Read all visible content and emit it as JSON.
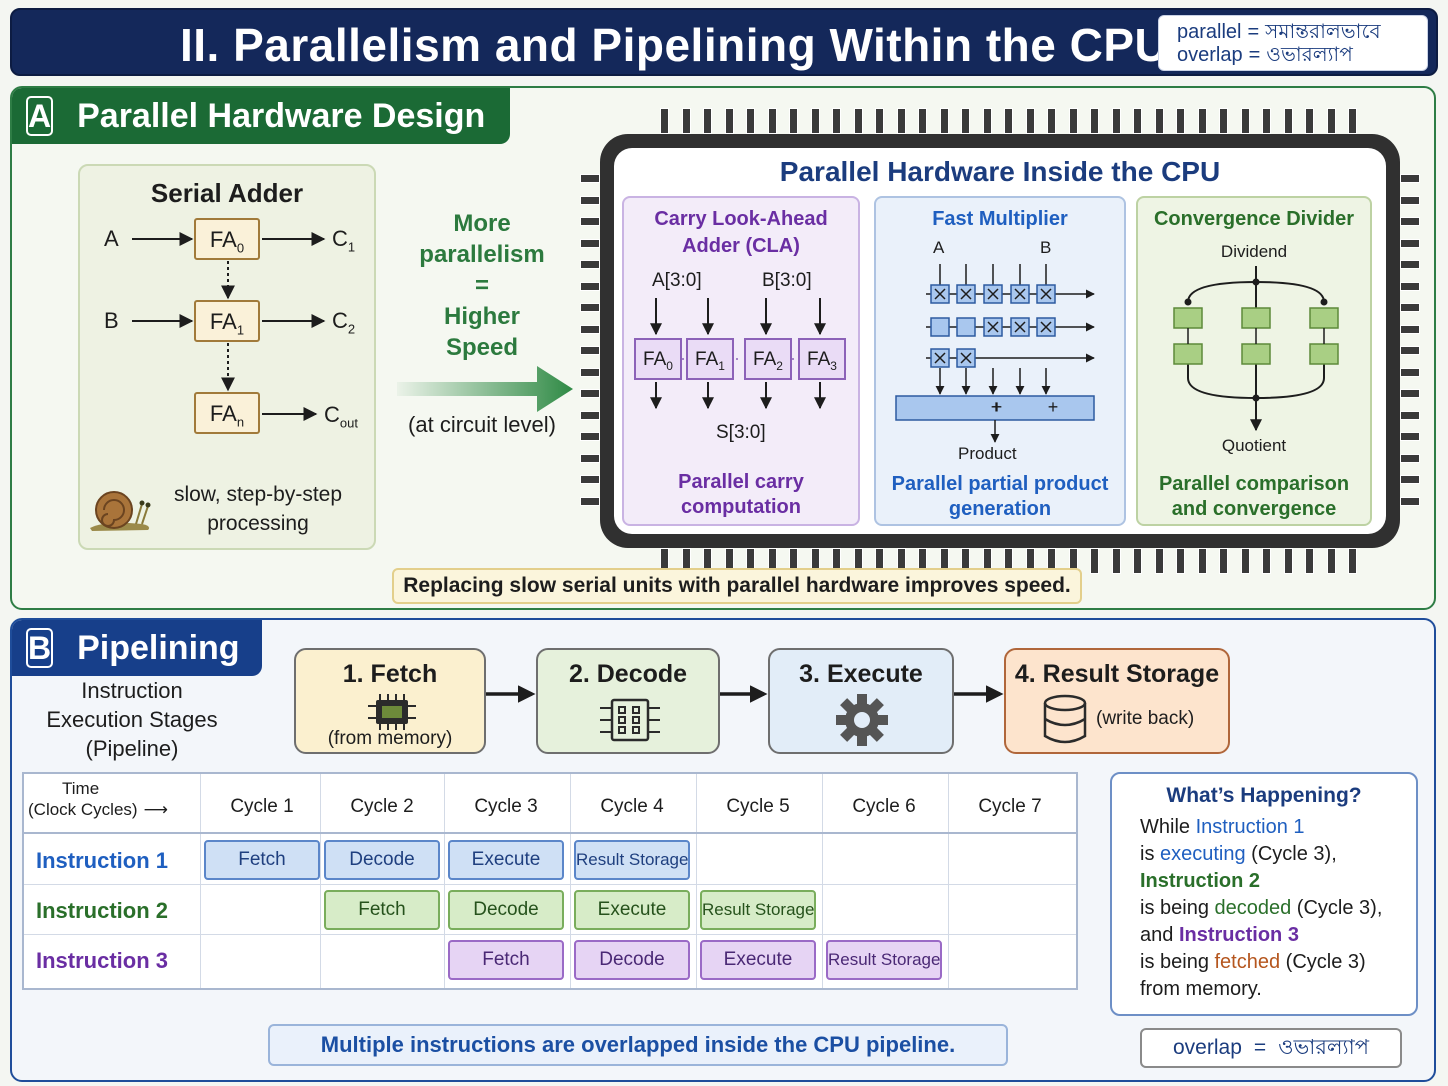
{
  "header": {
    "title": "II. Parallelism and Pipelining Within the CPU",
    "glossary": [
      {
        "term": "parallel",
        "translation": "সমান্তরালভাবে"
      },
      {
        "term": "overlap",
        "translation": "ওভারল্যাপ"
      }
    ],
    "equals": "="
  },
  "section_a": {
    "letter": "A",
    "title": "Parallel Hardware Design",
    "serial": {
      "title": "Serial Adder",
      "in_a": "A",
      "in_b": "B",
      "fa0": {
        "base": "FA",
        "sub": "0"
      },
      "fa1": {
        "base": "FA",
        "sub": "1"
      },
      "fan": {
        "base": "FA",
        "sub": "n"
      },
      "c1": {
        "base": "C",
        "sub": "1"
      },
      "c2": {
        "base": "C",
        "sub": "2"
      },
      "cout": {
        "base": "C",
        "sub": "out"
      },
      "note_l1": "slow, step-by-step",
      "note_l2": "processing"
    },
    "middle": {
      "l1": "More",
      "l2": "parallelism",
      "l3": "=",
      "l4": "Higher",
      "l5": "Speed",
      "sub": "(at circuit level)"
    },
    "chip_title": "Parallel Hardware Inside the CPU",
    "cla": {
      "title_l1": "Carry Look-Ahead",
      "title_l2": "Adder (CLA)",
      "in_a": "A[3:0]",
      "in_b": "B[3:0]",
      "fas": [
        {
          "base": "FA",
          "sub": "0"
        },
        {
          "base": "FA",
          "sub": "1"
        },
        {
          "base": "FA",
          "sub": "2"
        },
        {
          "base": "FA",
          "sub": "3"
        }
      ],
      "out": "S[3:0]",
      "foot_l1": "Parallel carry",
      "foot_l2": "computation"
    },
    "mult": {
      "title": "Fast Multiplier",
      "in_a": "A",
      "in_b": "B",
      "plus": [
        "+",
        "+",
        "+"
      ],
      "out": "Product",
      "foot_l1": "Parallel partial product",
      "foot_l2": "generation"
    },
    "div": {
      "title": "Convergence Divider",
      "in": "Dividend",
      "out": "Quotient",
      "foot_l1": "Parallel comparison",
      "foot_l2": "and convergence"
    },
    "note": "Replacing slow serial units with parallel hardware improves speed."
  },
  "section_b": {
    "letter": "B",
    "title": "Pipelining",
    "stages_label_l1": "Instruction",
    "stages_label_l2": "Execution Stages",
    "stages_label_l3": "(Pipeline)",
    "stages": [
      {
        "title": "1. Fetch",
        "sub": "(from memory)"
      },
      {
        "title": "2. Decode",
        "sub": ""
      },
      {
        "title": "3. Execute",
        "sub": ""
      },
      {
        "title": "4. Result Storage",
        "sub": "(write back)"
      }
    ],
    "table": {
      "time_l1": "Time",
      "time_l2": "(Clock Cycles)",
      "cycles": [
        "Cycle 1",
        "Cycle 2",
        "Cycle 3",
        "Cycle 4",
        "Cycle 5",
        "Cycle 6",
        "Cycle 7"
      ],
      "instructions": [
        {
          "name": "Instruction 1",
          "color": "#1f5fc0",
          "start": 0,
          "stages": [
            "Fetch",
            "Decode",
            "Execute",
            "Result Storage"
          ]
        },
        {
          "name": "Instruction 2",
          "color": "#2a6f2a",
          "start": 1,
          "stages": [
            "Fetch",
            "Decode",
            "Execute",
            "Result Storage"
          ]
        },
        {
          "name": "Instruction 3",
          "color": "#6a2ea3",
          "start": 2,
          "stages": [
            "Fetch",
            "Decode",
            "Execute",
            "Result Storage"
          ]
        }
      ]
    },
    "happening": {
      "title": "What’s Happening?",
      "l1a": "While ",
      "l1b": "Instruction 1",
      "l2a": "is ",
      "l2b": "executing",
      "l2c": " (Cycle 3),",
      "l3": "Instruction 2",
      "l4a": "is being ",
      "l4b": "decoded",
      "l4c": " (Cycle 3),",
      "l5a": "and ",
      "l5b": "Instruction 3",
      "l6a": "is being ",
      "l6b": "fetched",
      "l6c": " (Cycle 3)",
      "l7": "from memory."
    },
    "note": "Multiple instructions are overlapped inside the CPU pipeline.",
    "overlap_term": "overlap",
    "overlap_eq": "=",
    "overlap_translation": "ওভারল্যাপ"
  }
}
